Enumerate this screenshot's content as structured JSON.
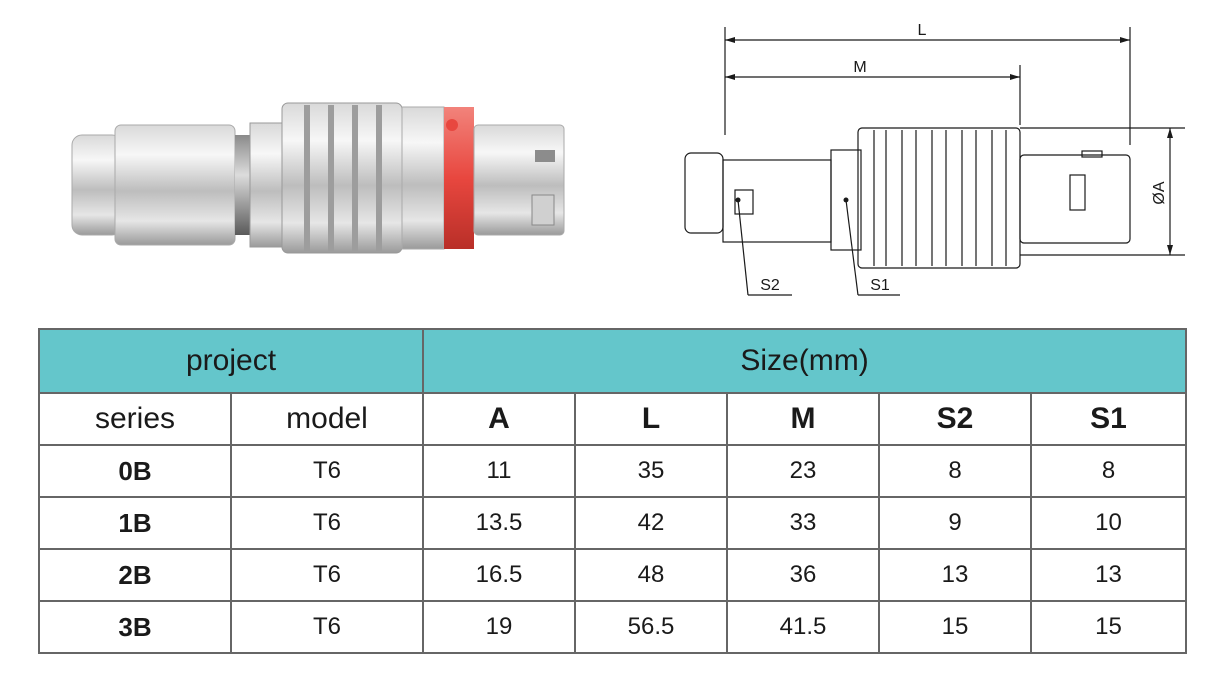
{
  "drawing": {
    "labels": {
      "L": "L",
      "M": "M",
      "A": "ØA",
      "S2": "S2",
      "S1": "S1"
    }
  },
  "table": {
    "project_label": "project",
    "size_label": "Size(mm)",
    "columns": [
      "series",
      "model",
      "A",
      "L",
      "M",
      "S2",
      "S1"
    ],
    "rows": [
      {
        "series": "0B",
        "model": "T6",
        "A": "11",
        "L": "35",
        "M": "23",
        "S2": "8",
        "S1": "8"
      },
      {
        "series": "1B",
        "model": "T6",
        "A": "13.5",
        "L": "42",
        "M": "33",
        "S2": "9",
        "S1": "10"
      },
      {
        "series": "2B",
        "model": "T6",
        "A": "16.5",
        "L": "48",
        "M": "36",
        "S2": "13",
        "S1": "13"
      },
      {
        "series": "3B",
        "model": "T6",
        "A": "19",
        "L": "56.5",
        "M": "41.5",
        "S2": "15",
        "S1": "15"
      }
    ]
  },
  "colors": {
    "header_bg": "#64c6cb",
    "grid": "#666666",
    "ring": "#e8473f"
  }
}
